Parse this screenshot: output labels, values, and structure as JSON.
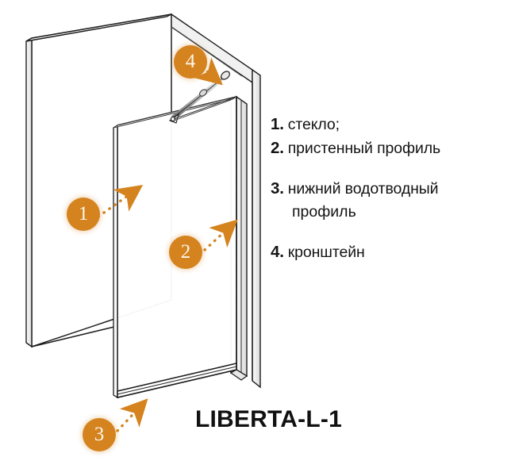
{
  "title": {
    "model_name": "LIBERTA-L-1"
  },
  "colors": {
    "callout_orange": "#D4831F",
    "callout_text": "#FDF6EA",
    "line_dark": "#1f1f1f",
    "line_mid": "#4a4a4a",
    "background": "#FFFFFF",
    "metal_light": "#F2F2F2",
    "metal_shade": "#DCDCDC"
  },
  "legend": {
    "items": [
      {
        "number": "1.",
        "text": "стекло;",
        "continuation": ""
      },
      {
        "number": "2.",
        "text": "пристенный профиль",
        "continuation": ""
      },
      {
        "number": "3.",
        "text": "нижний водотводный",
        "continuation": "профиль"
      },
      {
        "number": "4.",
        "text": "кронштейн",
        "continuation": ""
      }
    ]
  },
  "callouts": [
    {
      "label": "1",
      "target": "glass-panel"
    },
    {
      "label": "2",
      "target": "wall-profile"
    },
    {
      "label": "3",
      "target": "bottom-drain-profile"
    },
    {
      "label": "4",
      "target": "bracket"
    }
  ],
  "drawing": {
    "parts": [
      "back-wall-panel",
      "right-wall-panel",
      "wall-profile-column",
      "glass-panel",
      "bottom-drain-profile",
      "support-bracket"
    ]
  }
}
